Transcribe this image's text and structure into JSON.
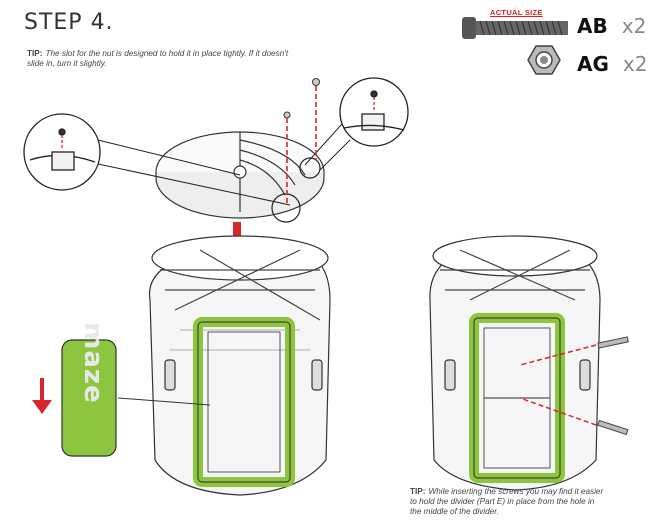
{
  "step": {
    "title": "STEP 4."
  },
  "tip_top": {
    "label": "TIP:",
    "text": "The slot for the nut is designed to hold it in place tightly. If it doesn't slide in, turn it slightly."
  },
  "parts": [
    {
      "code": "AB",
      "qty": "x2",
      "icon": "screw-icon",
      "note": "ACTUAL SIZE"
    },
    {
      "code": "AG",
      "qty": "x2",
      "icon": "nut-icon"
    }
  ],
  "tip_bottom": {
    "label": "TIP:",
    "text": "While inserting the screws you may find it easier to hold the divider (Part E) in place from the hole in the middle of the divider."
  },
  "logo": {
    "text": "maze"
  },
  "colors": {
    "accent_green": "#8cc63f",
    "arrow_red": "#d9262c",
    "line": "#333333"
  }
}
